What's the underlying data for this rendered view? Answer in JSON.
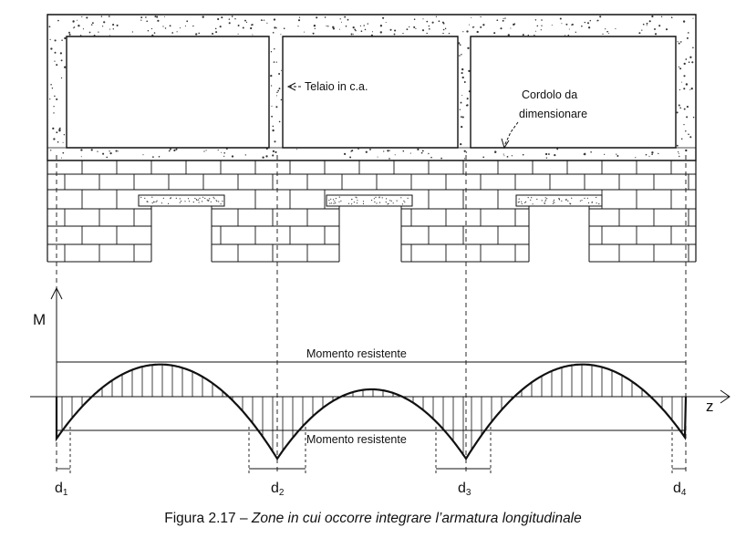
{
  "labels": {
    "frame": "Telaio in c.a.",
    "curb_line1": "Cordolo da",
    "curb_line2": "dimensionare",
    "moment_upper": "Momento resistente",
    "moment_lower": "Momento resistente",
    "axis_m": "M",
    "axis_z": "z",
    "d_labels": [
      {
        "main": "d",
        "sub": "1"
      },
      {
        "main": "d",
        "sub": "2"
      },
      {
        "main": "d",
        "sub": "3"
      },
      {
        "main": "d",
        "sub": "4"
      }
    ]
  },
  "caption": {
    "prefix": "Figura 2.17 – ",
    "title": "Zone in cui occorre integrare l’armatura longitudinale"
  },
  "colors": {
    "line": "#111111",
    "concrete_dot": "#333333",
    "background": "#ffffff"
  }
}
